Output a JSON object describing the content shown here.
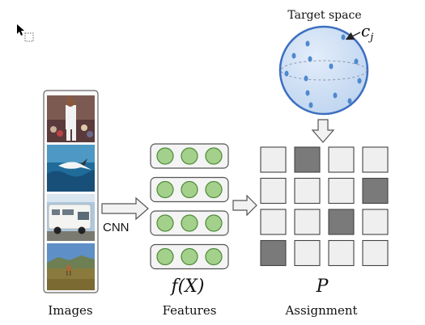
{
  "labels": {
    "target_space": "Target space",
    "centroid_symbol": "c",
    "centroid_subscript": "j",
    "cnn": "CNN",
    "features_formula": "f(X)",
    "assignment_symbol": "P",
    "images": "Images",
    "features": "Features",
    "assignment": "Assignment"
  },
  "images": [
    {
      "name": "basketball-photo",
      "scene": "basketball player dunking, crowd background"
    },
    {
      "name": "seabird-photo",
      "scene": "white seabird flying over blue sea"
    },
    {
      "name": "camper-van-photo",
      "scene": "white camper van on road"
    },
    {
      "name": "field-animal-photo",
      "scene": "animal in grassy field with hills and blue sky"
    }
  ],
  "features": {
    "rows": 4,
    "cells_per_row": 3
  },
  "assignment_matrix": [
    [
      0,
      1,
      0,
      0
    ],
    [
      0,
      0,
      0,
      1
    ],
    [
      0,
      0,
      1,
      0
    ],
    [
      1,
      0,
      0,
      0
    ]
  ],
  "colors": {
    "feature_fill": "#a3d08a",
    "feature_stroke": "#4f8a3a",
    "sphere_fill": "#cfe0f5",
    "sphere_stroke": "#3d6fc0",
    "sphere_dots": "#4f88cf",
    "assign_on": "#7a7a7a",
    "assign_off": "#efefef",
    "frame": "#555555"
  }
}
